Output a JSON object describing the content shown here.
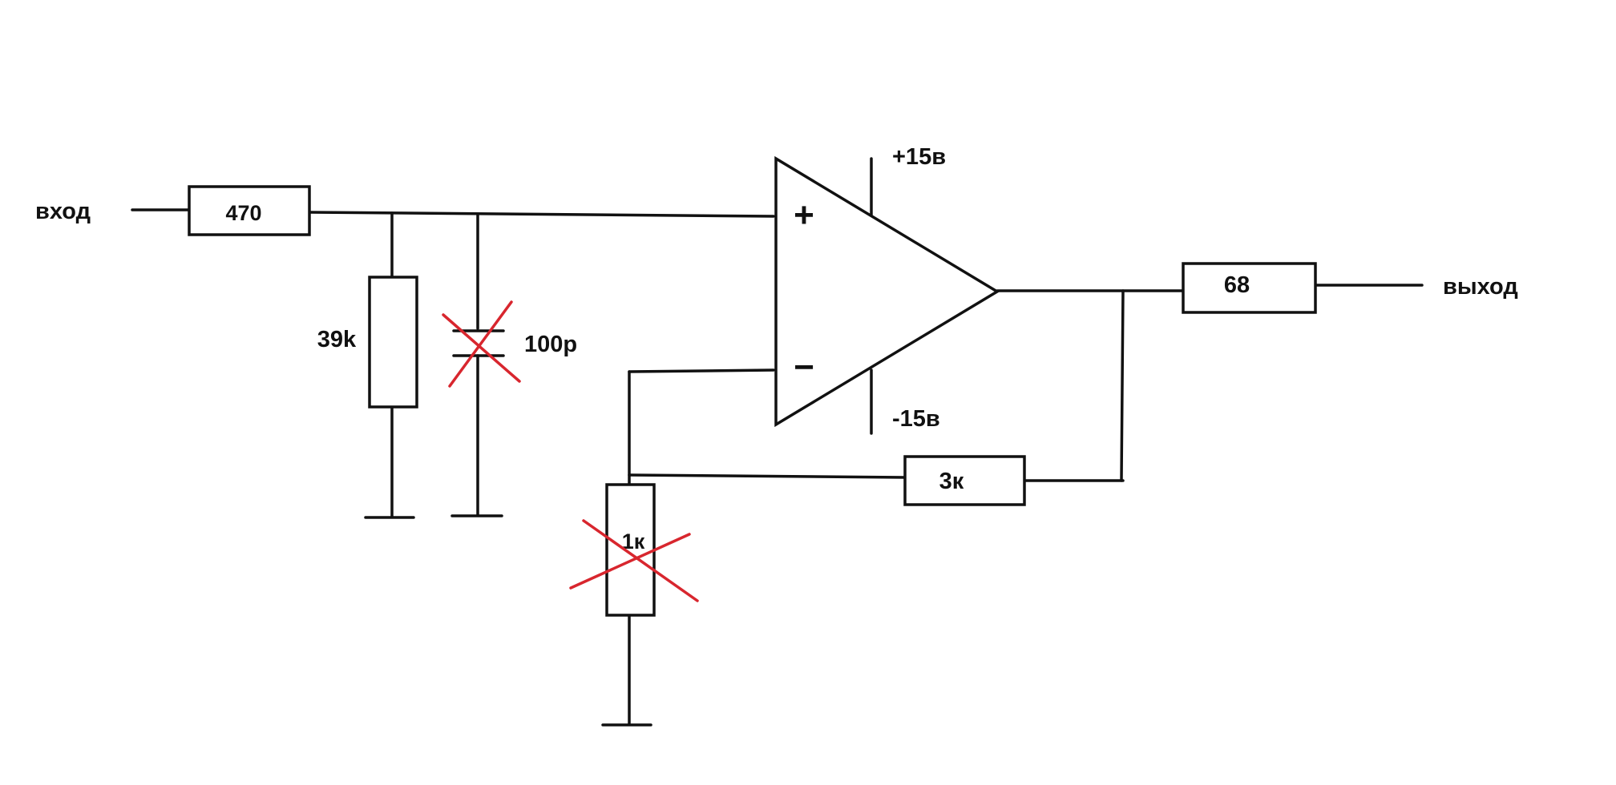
{
  "diagram": {
    "input_label": "вход",
    "output_label": "выход",
    "components": {
      "r_in": "470",
      "r_pulldown": "39k",
      "c_filter": "100p",
      "r_ground_fb": "1к",
      "r_feedback": "3к",
      "r_out": "68"
    },
    "opamp": {
      "plus_sign": "+",
      "minus_sign": "−",
      "supply_pos": "+15в",
      "supply_neg": "-15в"
    },
    "crossed_out": [
      "c_filter",
      "r_ground_fb"
    ],
    "colors": {
      "wire": "#111111",
      "cross": "#d8262e",
      "background": "#ffffff"
    }
  }
}
